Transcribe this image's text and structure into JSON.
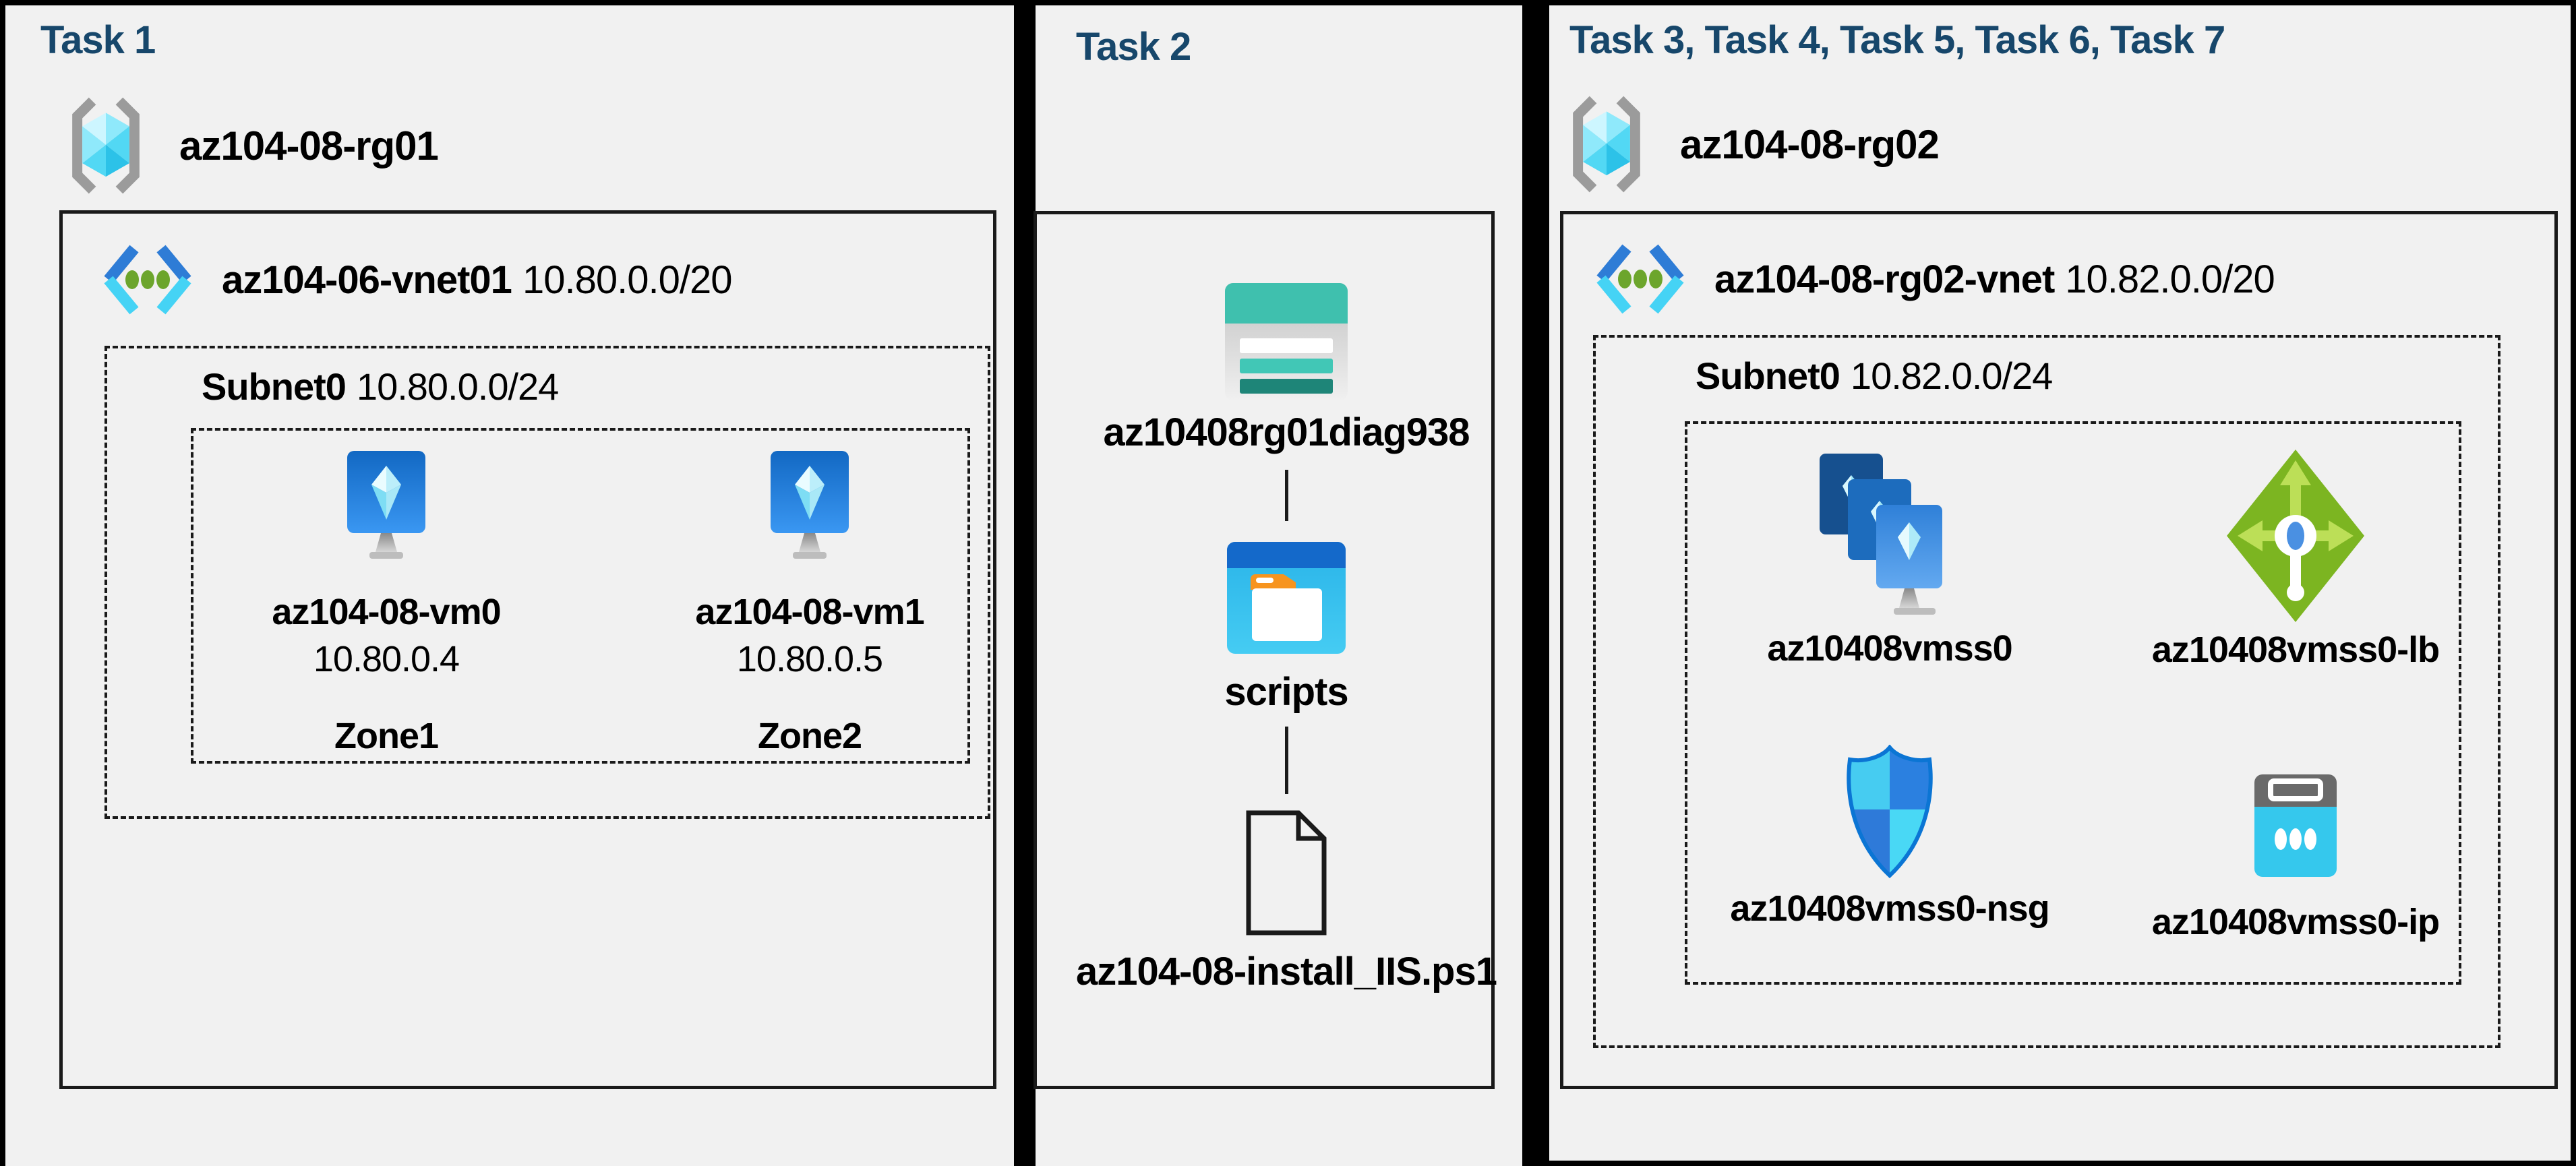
{
  "colors": {
    "canvas_bg": "#000000",
    "panel_bg": "#f1f1f1",
    "title_text": "#17476b",
    "label_text": "#000000",
    "box_border": "#1a1a1a"
  },
  "panels": [
    {
      "title": "Task 1",
      "resource_group": {
        "name": "az104-08-rg01",
        "icon": "resource-group-icon"
      },
      "vnet": {
        "name": "az104-06-vnet01",
        "cidr": "10.80.0.0/20",
        "icon": "virtual-network-icon"
      },
      "subnet": {
        "name": "Subnet0",
        "cidr": "10.80.0.0/24"
      },
      "vms": [
        {
          "name": "az104-08-vm0",
          "ip": "10.80.0.4",
          "zone": "Zone1",
          "icon": "virtual-machine-icon"
        },
        {
          "name": "az104-08-vm1",
          "ip": "10.80.0.5",
          "zone": "Zone2",
          "icon": "virtual-machine-icon"
        }
      ]
    },
    {
      "title": "Task 2",
      "items": [
        {
          "label": "az10408rg01diag938",
          "icon": "storage-account-icon"
        },
        {
          "label": "scripts",
          "icon": "blob-container-icon"
        },
        {
          "label": "az104-08-install_IIS.ps1",
          "icon": "script-file-icon"
        }
      ]
    },
    {
      "title": "Task 3, Task 4, Task 5, Task 6, Task 7",
      "resource_group": {
        "name": "az104-08-rg02",
        "icon": "resource-group-icon"
      },
      "vnet": {
        "name": "az104-08-rg02-vnet",
        "cidr": "10.82.0.0/20",
        "icon": "virtual-network-icon"
      },
      "subnet": {
        "name": "Subnet0",
        "cidr": "10.82.0.0/24"
      },
      "resources": [
        {
          "name": "az10408vmss0",
          "icon": "vm-scale-set-icon"
        },
        {
          "name": "az10408vmss0-lb",
          "icon": "load-balancer-icon"
        },
        {
          "name": "az10408vmss0-nsg",
          "icon": "nsg-icon"
        },
        {
          "name": "az10408vmss0-ip",
          "icon": "public-ip-icon"
        }
      ]
    }
  ]
}
